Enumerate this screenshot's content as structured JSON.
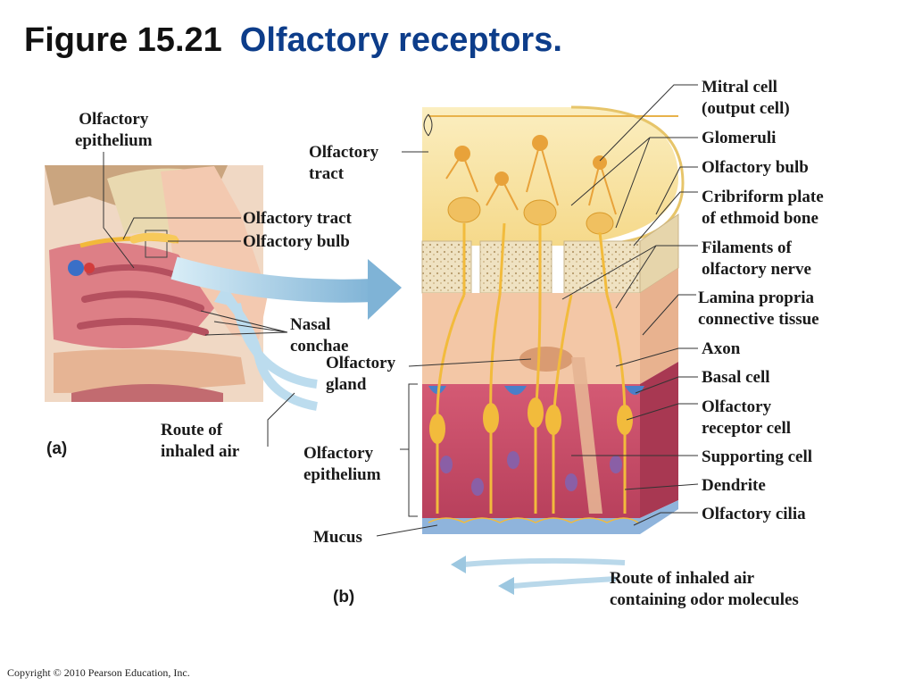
{
  "title": {
    "figure": "Figure 15.21",
    "name": "Olfactory receptors."
  },
  "panel_a": {
    "tag": "(a)",
    "labels": {
      "olfactory_epithelium": [
        "Olfactory",
        "epithelium"
      ],
      "olfactory_tract": [
        "Olfactory tract"
      ],
      "olfactory_bulb": [
        "Olfactory bulb"
      ],
      "nasal_conchae": [
        "Nasal",
        "conchae"
      ],
      "route_of_inhaled_air": [
        "Route of",
        "inhaled air"
      ]
    }
  },
  "panel_b": {
    "tag": "(b)",
    "left_labels": {
      "olfactory_tract": [
        "Olfactory",
        "tract"
      ],
      "olfactory_gland": [
        "Olfactory",
        "gland"
      ],
      "olfactory_epithelium": [
        "Olfactory",
        "epithelium"
      ],
      "mucus": [
        "Mucus"
      ]
    },
    "right_labels": {
      "mitral_cell": [
        "Mitral cell",
        "(output cell)"
      ],
      "glomeruli": [
        "Glomeruli"
      ],
      "olfactory_bulb": [
        "Olfactory bulb"
      ],
      "cribriform_plate": [
        "Cribriform plate",
        "of ethmoid bone"
      ],
      "filaments": [
        "Filaments of",
        "olfactory nerve"
      ],
      "lamina_propria": [
        "Lamina propria",
        "connective tissue"
      ],
      "axon": [
        "Axon"
      ],
      "basal_cell": [
        "Basal cell"
      ],
      "olfactory_receptor_cell": [
        "Olfactory",
        "receptor cell"
      ],
      "supporting_cell": [
        "Supporting cell"
      ],
      "dendrite": [
        "Dendrite"
      ],
      "olfactory_cilia": [
        "Olfactory cilia"
      ]
    },
    "bottom_label": [
      "Route of inhaled air",
      "containing odor molecules"
    ]
  },
  "colors": {
    "title_blue": "#0d3d8a",
    "bulb_yellow": "#f7e2a0",
    "neuron_orange": "#e8a23a",
    "bone": "#f2e6c8",
    "lamina": "#f3c7a6",
    "supporting_cell": "#c44d6a",
    "basal_blue": "#4a7fc8",
    "mucus_blue": "#a9c8e8",
    "air_arrow": "#9cc7e0"
  },
  "copyright": "Copyright © 2010 Pearson Education, Inc."
}
